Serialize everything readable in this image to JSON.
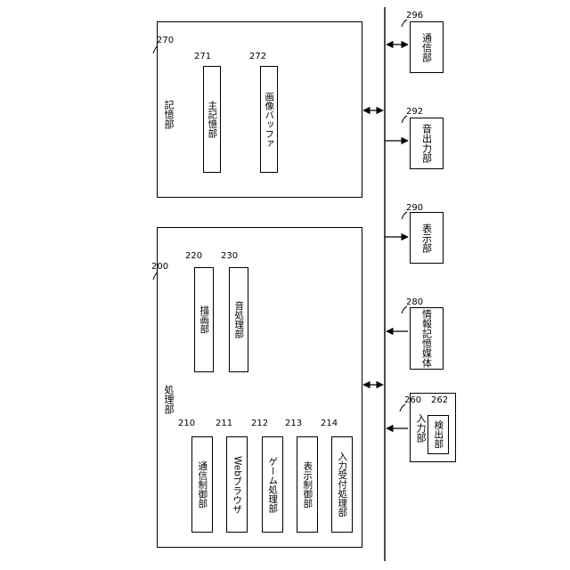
{
  "storage": {
    "label": "記憶部",
    "ref": "270",
    "main_memory": {
      "label": "主記憶部",
      "ref": "271"
    },
    "image_buffer": {
      "label": "画像バッファ",
      "ref": "272"
    }
  },
  "processing": {
    "label": "処理部",
    "ref": "200",
    "drawing": {
      "label": "描画部",
      "ref": "220"
    },
    "sound_processing": {
      "label": "音処理部",
      "ref": "230"
    },
    "comm_control": {
      "label": "通信制御部",
      "ref": "210"
    },
    "web_browser": {
      "label": "Webブラウザ",
      "ref": "211"
    },
    "game_processing": {
      "label": "ゲーム処理部",
      "ref": "212"
    },
    "display_control": {
      "label": "表示制御部",
      "ref": "213"
    },
    "input_reception": {
      "label": "入力受付処理部",
      "ref": "214"
    }
  },
  "peripherals": {
    "communication": {
      "label": "通信部",
      "ref": "296"
    },
    "sound_output": {
      "label": "音出力部",
      "ref": "292"
    },
    "display": {
      "label": "表示部",
      "ref": "290"
    },
    "info_storage_medium": {
      "label": "情報記憶媒体",
      "ref": "280"
    },
    "input": {
      "label": "入力部",
      "ref": "260"
    },
    "detection": {
      "label": "検出部",
      "ref": "262"
    }
  }
}
